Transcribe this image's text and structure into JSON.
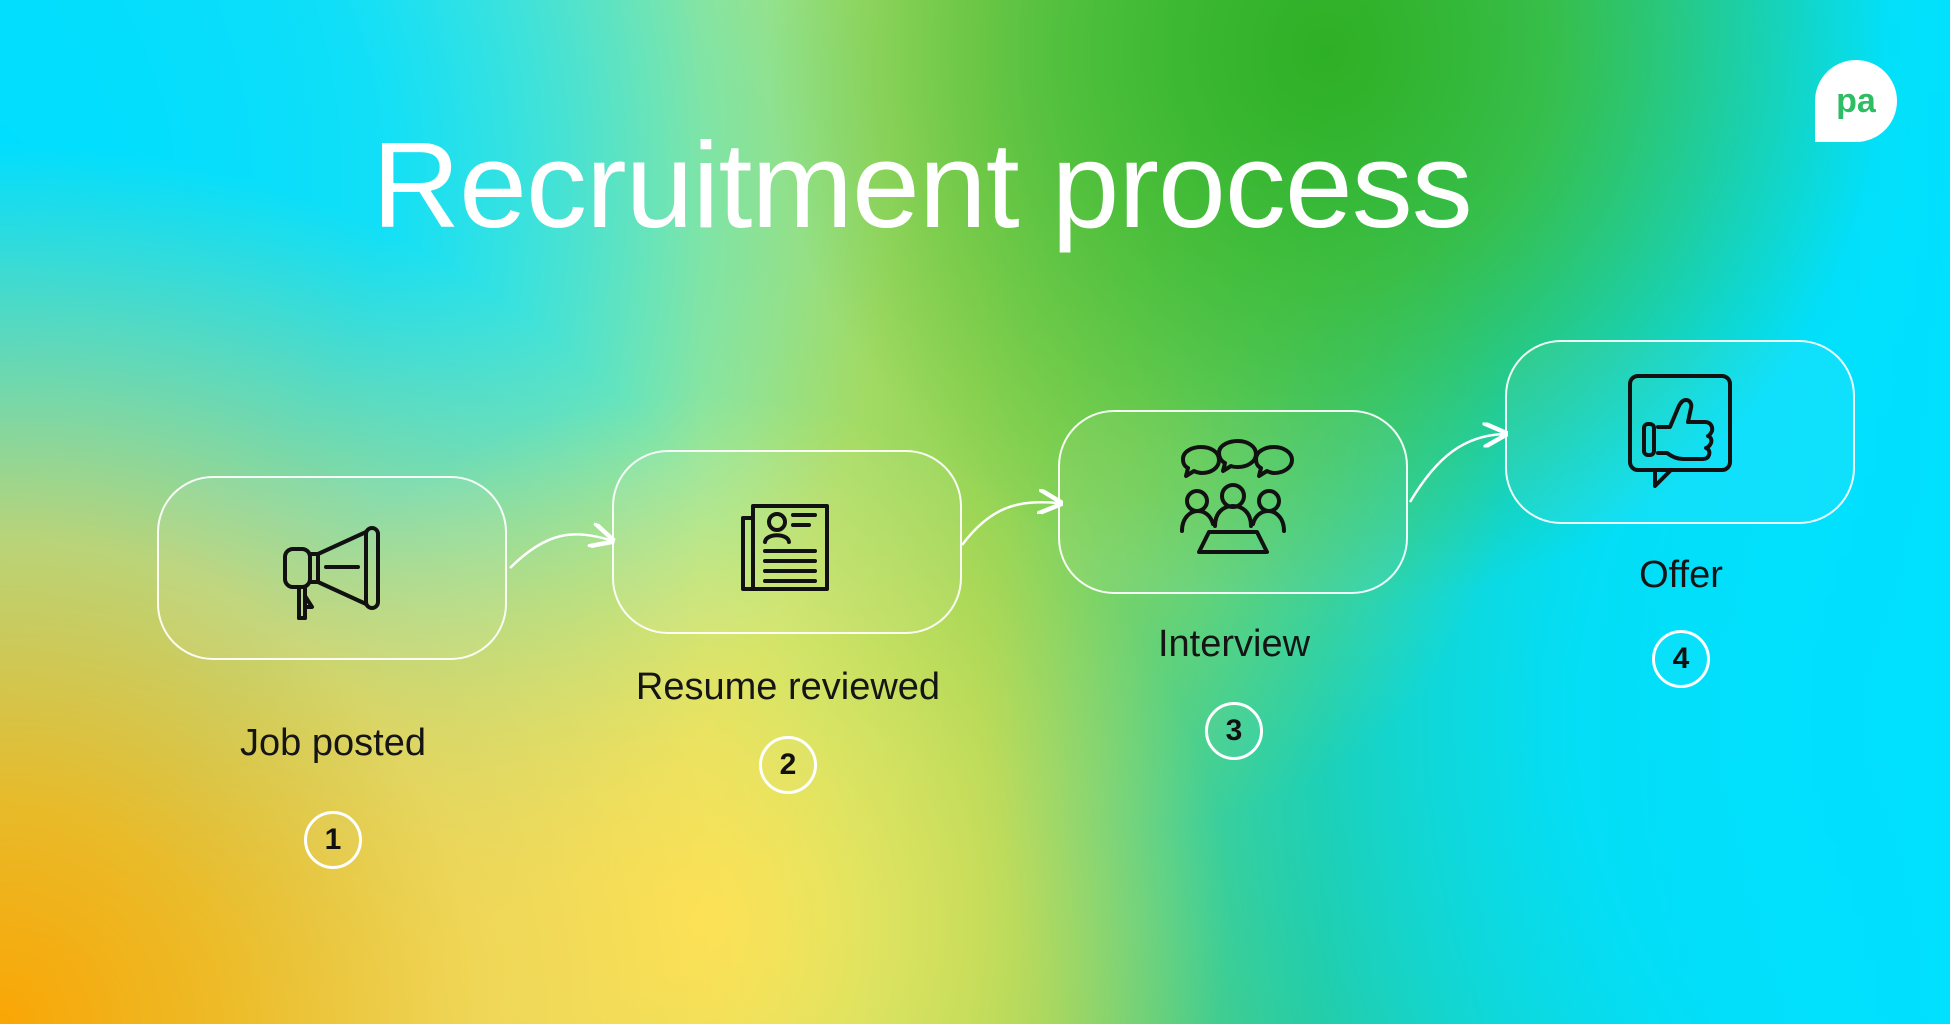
{
  "header": {
    "title": "Recruitment process",
    "brand_mark": "pa"
  },
  "steps": [
    {
      "label": "Job posted",
      "number": "1",
      "icon": "megaphone-icon"
    },
    {
      "label": "Resume reviewed",
      "number": "2",
      "icon": "resume-document-icon"
    },
    {
      "label": "Interview",
      "number": "3",
      "icon": "meeting-discussion-icon"
    },
    {
      "label": "Offer",
      "number": "4",
      "icon": "thumbs-up-message-icon"
    }
  ],
  "colors": {
    "title": "#ffffff",
    "text": "#151515",
    "outline": "#ffffff",
    "brand_text": "#2ebd63"
  }
}
